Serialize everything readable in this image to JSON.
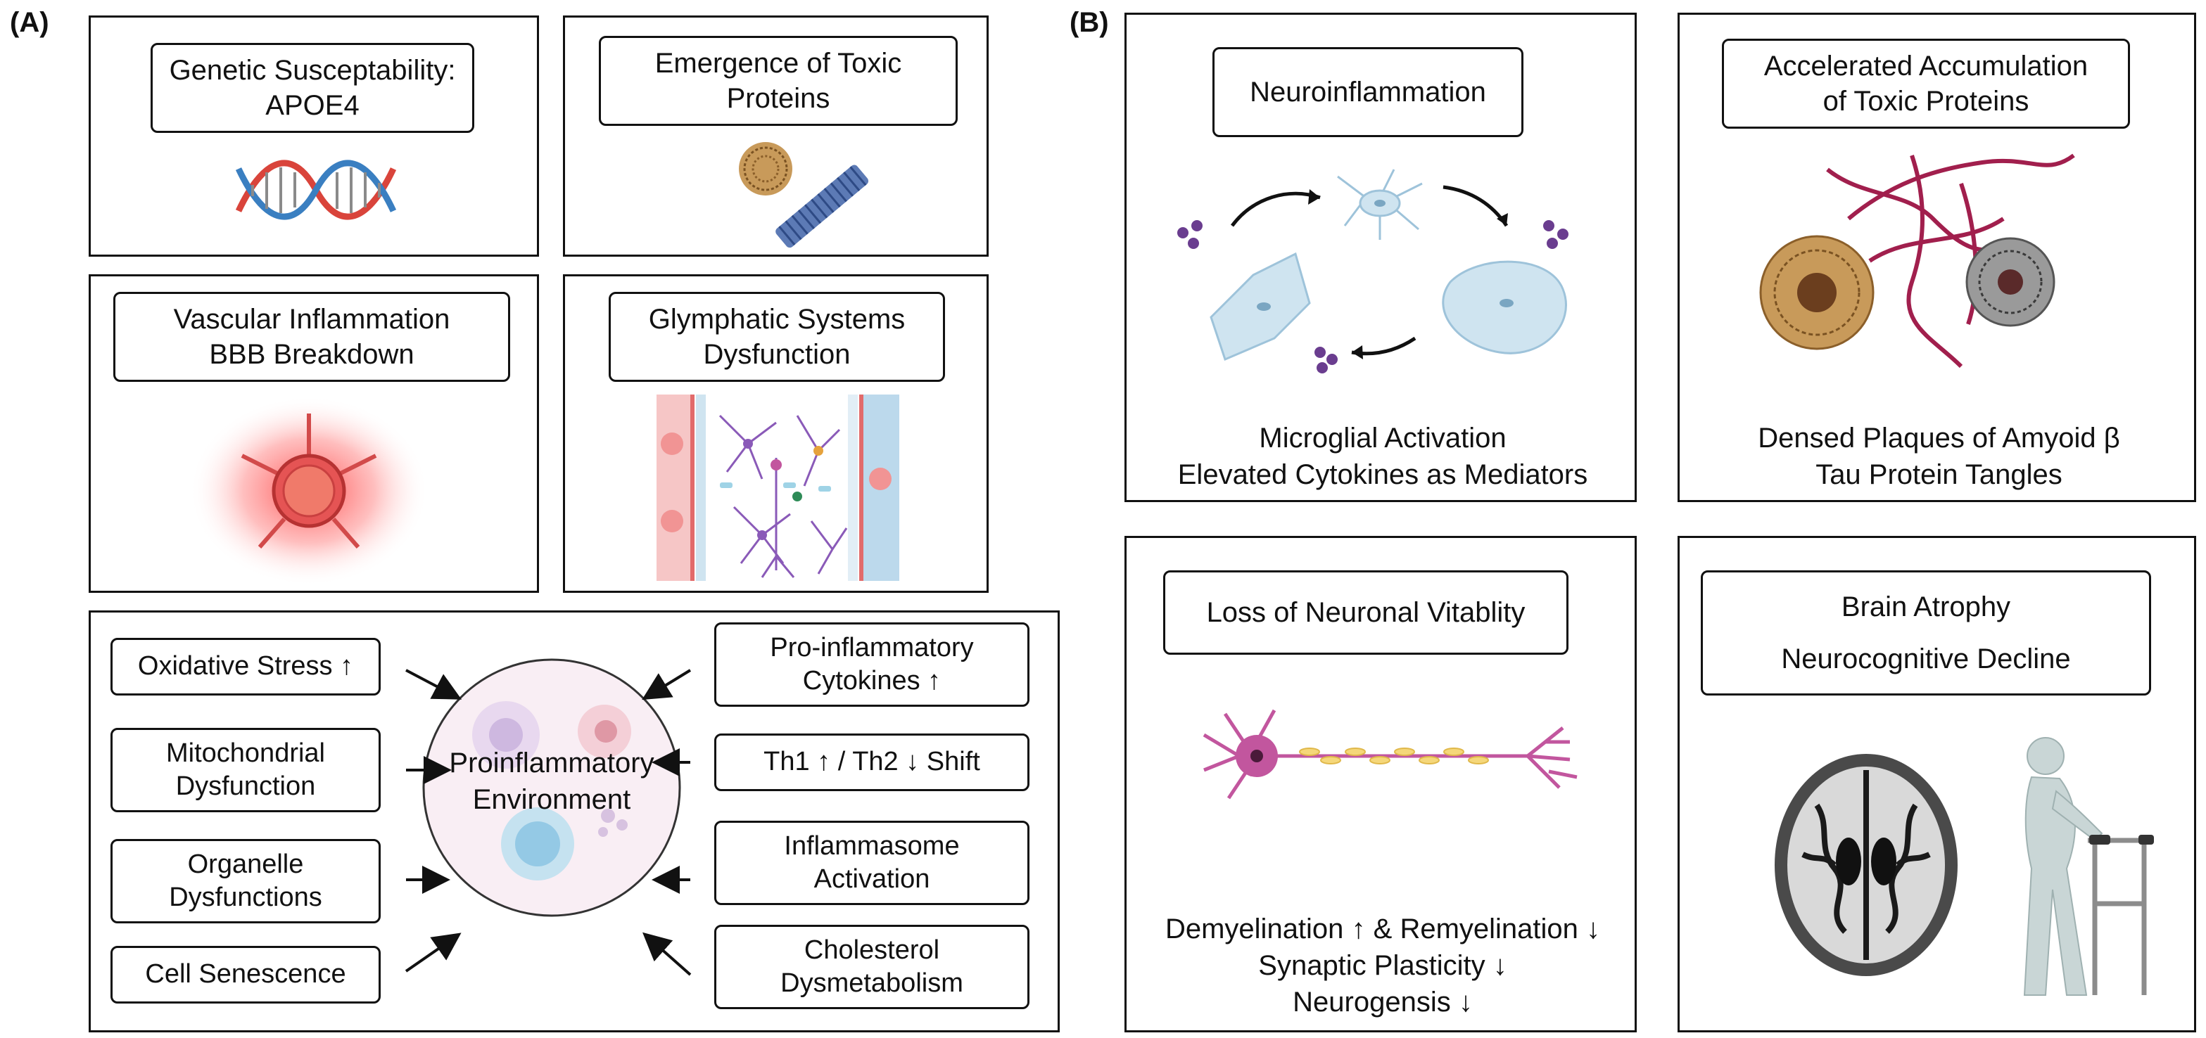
{
  "panels": {
    "a": {
      "label": "(A)",
      "genetic": {
        "line1": "Genetic Susceptability:",
        "line2": "APOE4"
      },
      "toxic": {
        "line1": "Emergence of Toxic",
        "line2": "Proteins"
      },
      "vascular": {
        "line1": "Vascular Inflammation",
        "line2": "BBB Breakdown"
      },
      "glymphatic": {
        "line1": "Glymphatic Systems",
        "line2": "Dysfunction"
      },
      "environment": {
        "center": {
          "line1": "Proinflammatory",
          "line2": "Environment"
        },
        "left_factors": [
          {
            "line1": "Oxidative Stress ↑",
            "line2": ""
          },
          {
            "line1": "Mitochondrial",
            "line2": "Dysfunction"
          },
          {
            "line1": "Organelle",
            "line2": "Dysfunctions"
          },
          {
            "line1": "Cell Senescence",
            "line2": ""
          }
        ],
        "right_factors": [
          {
            "line1": "Pro-inflammatory",
            "line2": "Cytokines ↑"
          },
          {
            "line1": "Th1 ↑ / Th2 ↓ Shift",
            "line2": ""
          },
          {
            "line1": "Inflammasome",
            "line2": "Activation"
          },
          {
            "line1": "Cholesterol",
            "line2": "Dysmetabolism"
          }
        ]
      }
    },
    "b": {
      "label": "(B)",
      "neuroinflammation": {
        "title": "Neuroinflammation",
        "caption1": "Microglial Activation",
        "caption2": "Elevated Cytokines as Mediators"
      },
      "accumulation": {
        "title1": "Accelerated Accumulation",
        "title2": "of Toxic Proteins",
        "caption1": "Densed Plaques of Amyoid β",
        "caption2": "Tau Protein Tangles"
      },
      "neuronal": {
        "title": "Loss of Neuronal Vitablity",
        "caption1": "Demyelination ↑ & Remyelination ↓",
        "caption2": "Synaptic Plasticity ↓",
        "caption3": "Neurogensis ↓"
      },
      "atrophy": {
        "title1": "Brain Atrophy",
        "title2": "Neurocognitive Decline"
      }
    }
  },
  "colors": {
    "dna_red": "#d9443b",
    "dna_blue": "#3a7fc1",
    "glow_red": "#ff4d4d",
    "neuron_pink": "#c2569e",
    "tangle_red": "#a11f4d",
    "plaque_brown": "#a8793a",
    "microglia_blue": "#cfe4f0"
  },
  "icons": [
    "dna-icon",
    "protein-aggregate-icon",
    "inflamed-cell-icon",
    "glymphatic-icon",
    "immune-cells-icon",
    "microglia-cycle-icon",
    "plaques-tangles-icon",
    "neuron-icon",
    "brain-scan-icon",
    "elderly-walker-icon"
  ]
}
